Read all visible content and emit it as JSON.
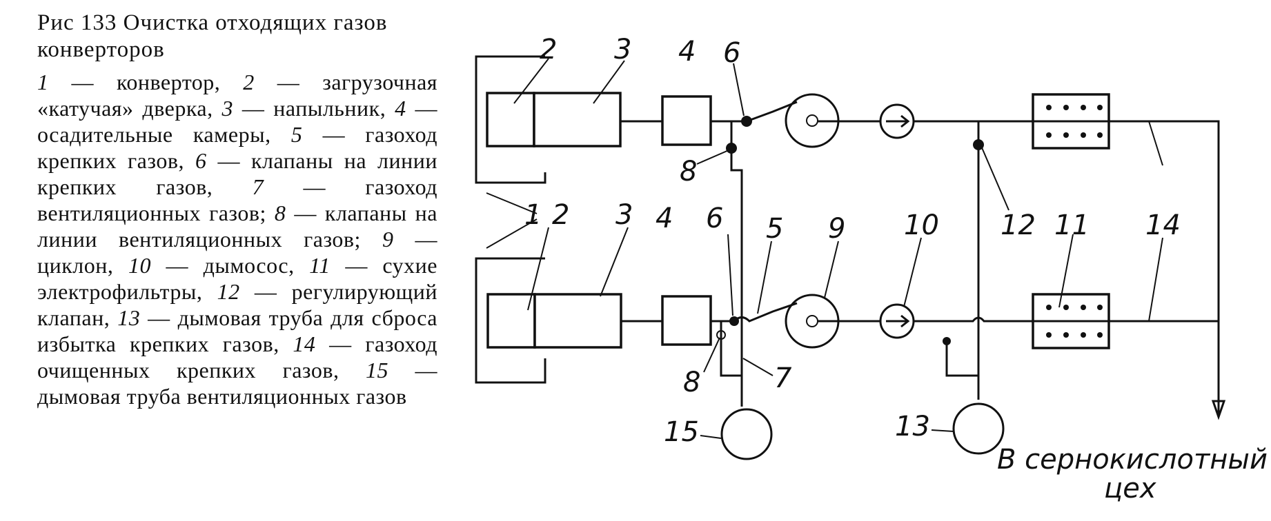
{
  "caption": {
    "title": "Рис 133 Очистка отходящих газов конверторов",
    "items": [
      {
        "num": "1",
        "text": "конвертор,"
      },
      {
        "num": "2",
        "text": "загрузочная «катучая» дверка,"
      },
      {
        "num": "3",
        "text": "напыльник,"
      },
      {
        "num": "4",
        "text": "осадительные камеры,"
      },
      {
        "num": "5",
        "text": "газоход крепких газов,"
      },
      {
        "num": "6",
        "text": "клапаны на линии крепких газов,"
      },
      {
        "num": "7",
        "text": "газоход вентиляционных газов;"
      },
      {
        "num": "8",
        "text": "клапаны на линии вентиляционных газов;"
      },
      {
        "num": "9",
        "text": "циклон,"
      },
      {
        "num": "10",
        "text": "дымосос,"
      },
      {
        "num": "11",
        "text": "сухие электрофильтры,"
      },
      {
        "num": "12",
        "text": "регулирующий клапан,"
      },
      {
        "num": "13",
        "text": "дымовая труба для сброса избытка крепких газов,"
      },
      {
        "num": "14",
        "text": "газоход очищенных крепких газов,"
      },
      {
        "num": "15",
        "text": "дымовая труба вентиляционных газов"
      }
    ]
  },
  "diagram": {
    "labels": {
      "top": [
        "2",
        "3",
        "4",
        "6",
        "8"
      ],
      "middle": [
        "1",
        "2",
        "3",
        "4",
        "6",
        "5",
        "9",
        "10",
        "12",
        "11",
        "14"
      ],
      "bottom": [
        "8",
        "7",
        "15",
        "13"
      ]
    },
    "destination_line1": "В сернокислотный",
    "destination_line2": "цех"
  }
}
